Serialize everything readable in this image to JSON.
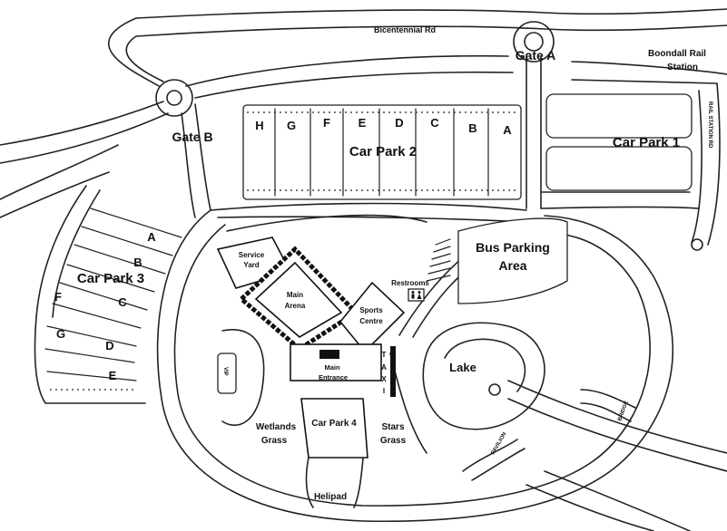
{
  "roads": {
    "bicentennial": "Bicentennial Rd",
    "rail_station_rd": "RAIL STATION RD",
    "pavilion": "PAVILION"
  },
  "gates": {
    "a": "Gate A",
    "b": "Gate B"
  },
  "station": {
    "line1": "Boondall Rail",
    "line2": "Station"
  },
  "car_park_1": "Car Park 1",
  "car_park_2": {
    "title": "Car Park 2",
    "rows": [
      "H",
      "G",
      "F",
      "E",
      "D",
      "C",
      "B",
      "A"
    ]
  },
  "car_park_3": {
    "title": "Car Park 3",
    "rows": [
      "A",
      "B",
      "C",
      "F",
      "G",
      "D",
      "E"
    ]
  },
  "car_park_4": "Car Park 4",
  "bus_parking": {
    "line1": "Bus Parking",
    "line2": "Area"
  },
  "service_yard": {
    "line1": "Service",
    "line2": "Yard"
  },
  "main_arena": {
    "line1": "Main",
    "line2": "Arena"
  },
  "sports_centre": {
    "line1": "Sports",
    "line2": "Centre"
  },
  "restrooms": "Restrooms",
  "main_entrance": {
    "line1": "Main",
    "line2": "Entrance"
  },
  "taxi": [
    "T",
    "A",
    "X",
    "I"
  ],
  "lake": "Lake",
  "wetlands": {
    "line1": "Wetlands",
    "line2": "Grass"
  },
  "stars": {
    "line1": "Stars",
    "line2": "Grass"
  },
  "helipad": "Helipad",
  "vip": "VIP",
  "bridge": "BRIDGE",
  "colors": {
    "lines": "#222222",
    "background": "#ffffff"
  }
}
